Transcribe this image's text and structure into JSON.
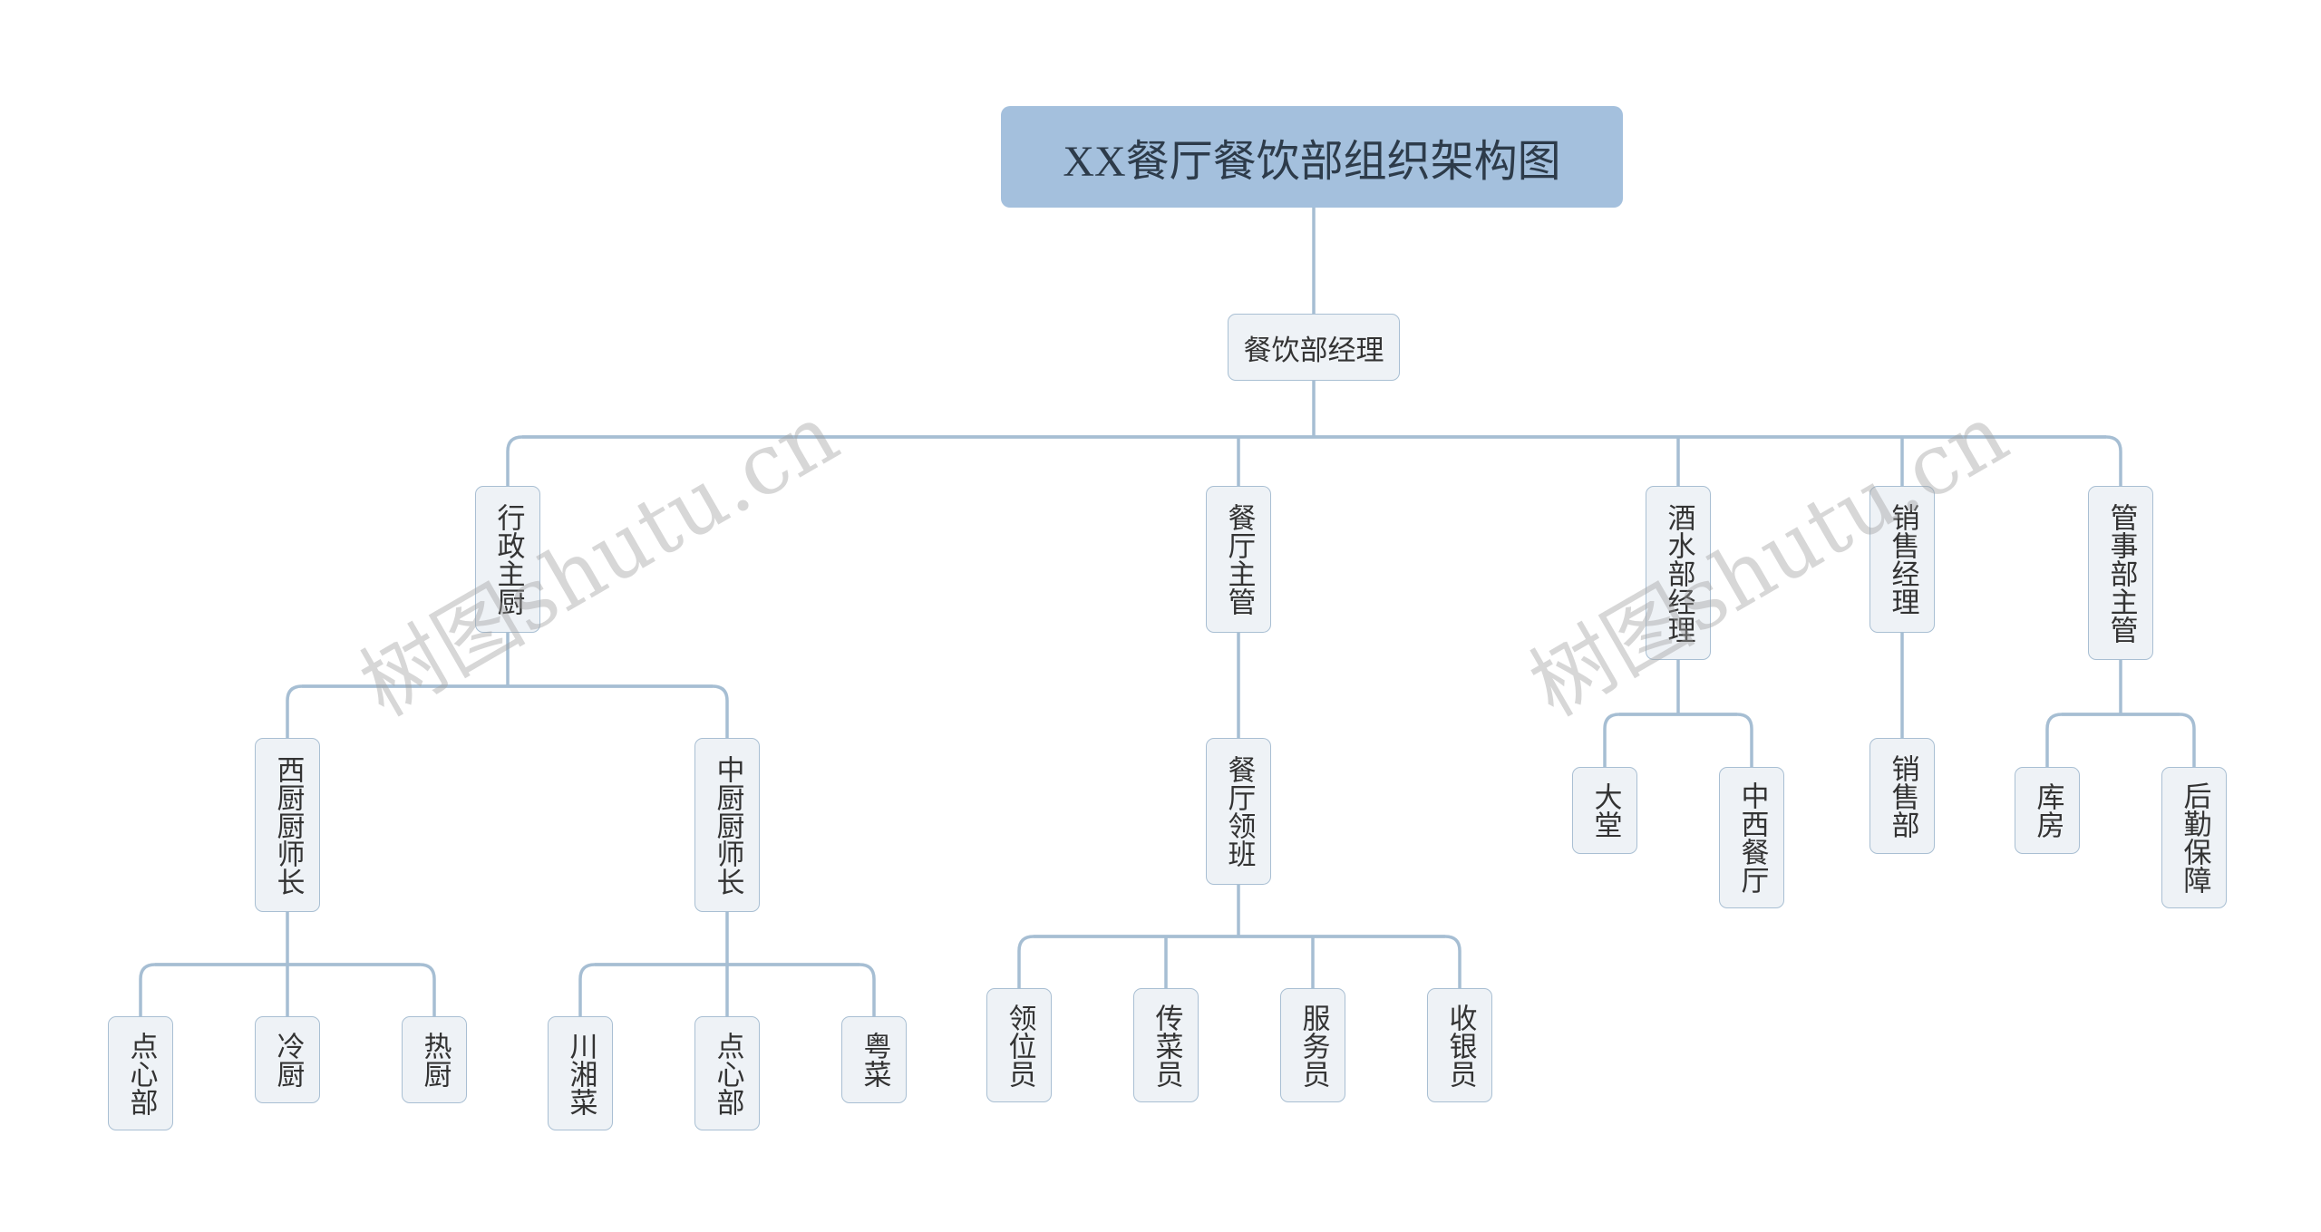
{
  "root": {
    "title": "XX餐厅餐饮部组织架构图"
  },
  "manager": {
    "label": "餐饮部经理"
  },
  "level2": {
    "exec_chef": "行政主厨",
    "rest_supervisor": "餐厅主管",
    "bar_manager": "酒水部经理",
    "sales_manager": "销售经理",
    "steward_supervisor": "管事部主管"
  },
  "level3": {
    "west_head_chef": "西厨厨师长",
    "chinese_head_chef": "中厨厨师长",
    "rest_captain": "餐厅领班",
    "lobby": "大堂",
    "western_rest": "中西餐厅",
    "sales_dept": "销售部",
    "warehouse": "库房",
    "logistics": "后勤保障"
  },
  "level4": {
    "west_pastry": "点心部",
    "cold_kitchen": "冷厨",
    "hot_kitchen": "热厨",
    "sichuan_hunan": "川湘菜",
    "chinese_pastry": "点心部",
    "cantonese": "粤菜",
    "hostess": "领位员",
    "runner": "传菜员",
    "waiter": "服务员",
    "cashier": "收银员"
  },
  "watermark": {
    "text": "树图shutu.cn"
  },
  "colors": {
    "line": "#a6bed3",
    "node_fill": "#eef2f6",
    "node_border": "#a9bfd3",
    "root_fill": "#a4c0dd"
  }
}
